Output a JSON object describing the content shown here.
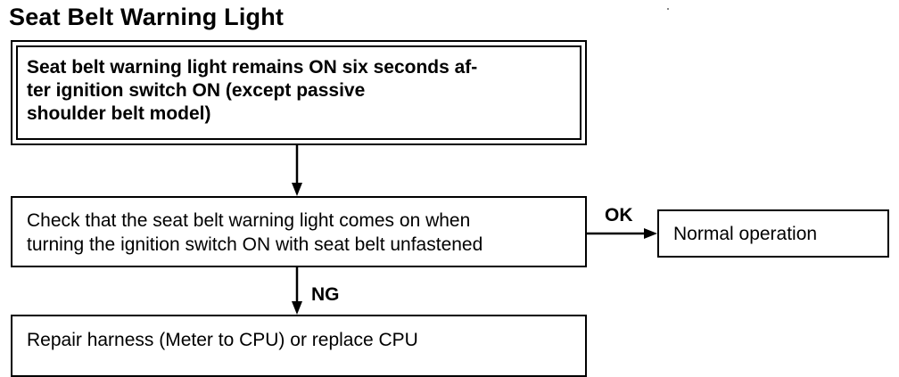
{
  "title": "Seat Belt Warning Light",
  "flow": {
    "condition": "Seat belt warning light remains ON six seconds af-\nter ignition switch ON (except passive\nshoulder belt model)",
    "check": "Check that the seat belt warning light comes on when\nturning the ignition switch ON with seat belt unfastened",
    "ok_label": "OK",
    "ok_result": "Normal operation",
    "ng_label": "NG",
    "ng_result": "Repair harness (Meter to CPU) or replace CPU"
  }
}
